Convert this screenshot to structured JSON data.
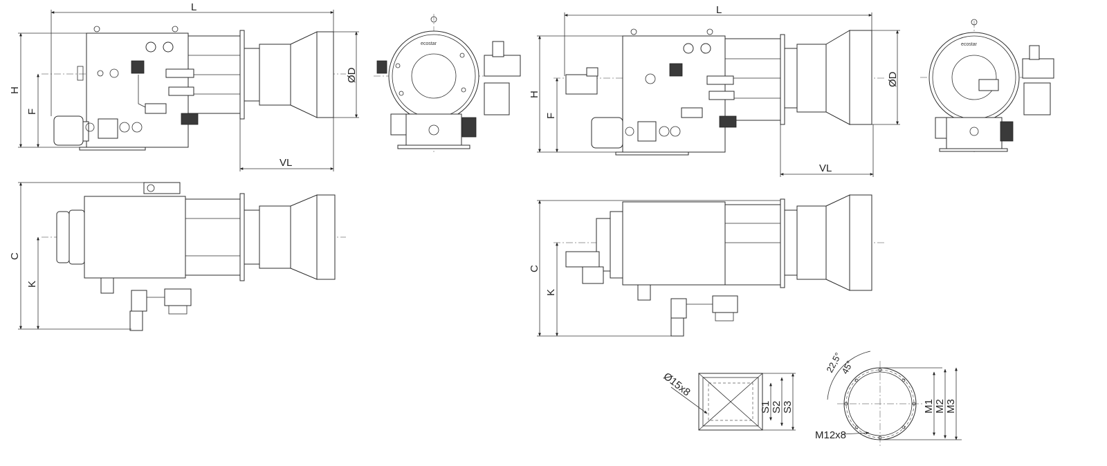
{
  "labels": {
    "L": "L",
    "H": "H",
    "F": "F",
    "OD": "ØD",
    "VL": "VL",
    "C": "C",
    "K": "K",
    "hole_spec": "Ø15x8",
    "S1": "S1",
    "S2": "S2",
    "S3": "S3",
    "angle_22": "22,5°",
    "angle_45": "45°",
    "M1": "M1",
    "M2": "M2",
    "M3": "M3",
    "bolt_spec": "M12x8"
  },
  "brand_logo_text": "ecostar",
  "colors": {
    "line": "#2b2b2b",
    "background": "#ffffff"
  }
}
